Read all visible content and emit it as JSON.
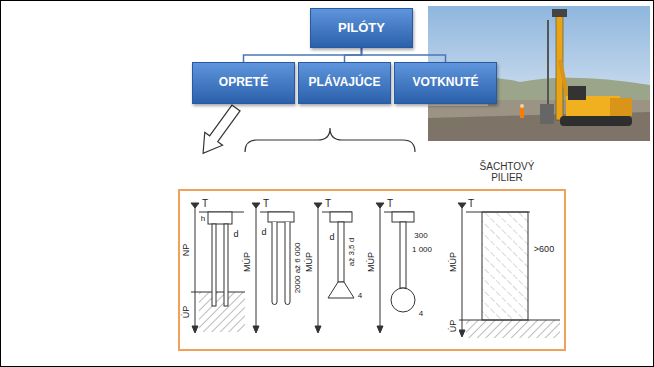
{
  "diagram": {
    "nodes": [
      {
        "text": [
          "PILÓTY"
        ]
      },
      {
        "text": [
          "OPRETÉ"
        ]
      },
      {
        "text": [
          "PLÁVAJÚCE"
        ]
      },
      {
        "text": [
          "VOTKNUTÉ"
        ]
      }
    ],
    "edges": [
      {
        "from": 0,
        "to": 1,
        "arrow": "none"
      },
      {
        "from": 0,
        "to": 2,
        "arrow": "none"
      },
      {
        "from": 0,
        "to": 3,
        "arrow": "none"
      }
    ],
    "labels": [
      "ŠACHTOVÝ PILIER",
      "T",
      "h",
      "d",
      "NP",
      "ÚP",
      "T",
      "d",
      "MÚP",
      "2000 až 6 000",
      "T",
      "d",
      "MÚP",
      "až 3,5 d",
      "4",
      "T",
      "MÚP",
      "300",
      "1 000",
      "4",
      "T",
      "MÚP",
      ">600",
      "ÚP"
    ]
  }
}
